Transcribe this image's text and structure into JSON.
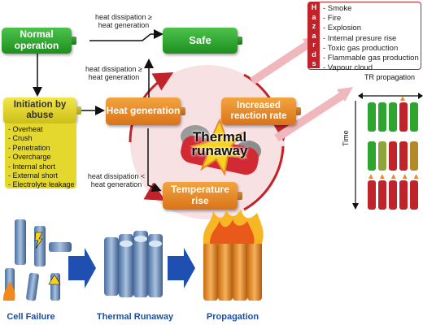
{
  "nodes": {
    "normal_operation": "Normal operation",
    "safe": "Safe",
    "initiation_by_abuse": "Initiation by abuse",
    "heat_generation": "Heat generation",
    "increased_reaction_rate": "Increased reaction rate",
    "thermal_runaway": "Thermal runaway",
    "temperature_rise": "Temperature rise"
  },
  "edge_labels": {
    "top": "heat dissipation ≥ heat generation",
    "mid": "heat dissipation ≥ heat generation",
    "low": "heat dissipation < heat generation"
  },
  "abuse_causes": [
    "- Overheat",
    "- Crush",
    "- Penetration",
    "- Overcharge",
    "- Internal short",
    "- External short",
    "- Electrolyte leakage"
  ],
  "hazards": {
    "side_label": [
      "H",
      "a",
      "z",
      "a",
      "r",
      "d",
      "s"
    ],
    "items": [
      "- Smoke",
      "- Fire",
      "- Explosion",
      "- Internal presure rise",
      "- Toxic gas production",
      "- Flammable gas production",
      "- Vapour cloud"
    ]
  },
  "propagation_panel": {
    "title": "TR propagation",
    "time_label": "Time"
  },
  "bottom": {
    "cell_failure": "Cell Failure",
    "thermal_runaway": "Thermal Runaway",
    "propagation": "Propagation"
  },
  "colors": {
    "green": "#2ea52e",
    "orange": "#e88a2a",
    "yellow": "#e4d82f",
    "red": "#c0242a",
    "blue_arrow": "#1f4fb0"
  }
}
